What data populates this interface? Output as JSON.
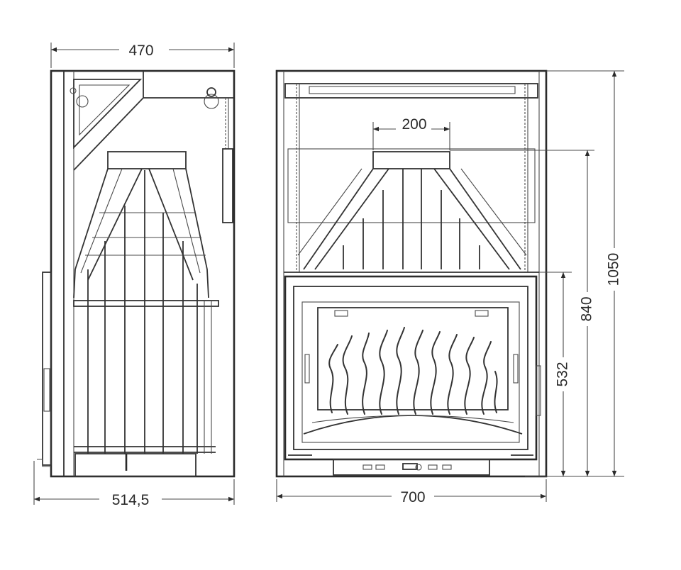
{
  "dimensions": {
    "side_top_width": "470",
    "side_bottom_width": "514,5",
    "front_flue_width": "200",
    "front_width": "700",
    "total_height": "1050",
    "hood_height": "840",
    "door_height": "532"
  },
  "colors": {
    "line": "#2a2a2a",
    "background": "#ffffff"
  }
}
